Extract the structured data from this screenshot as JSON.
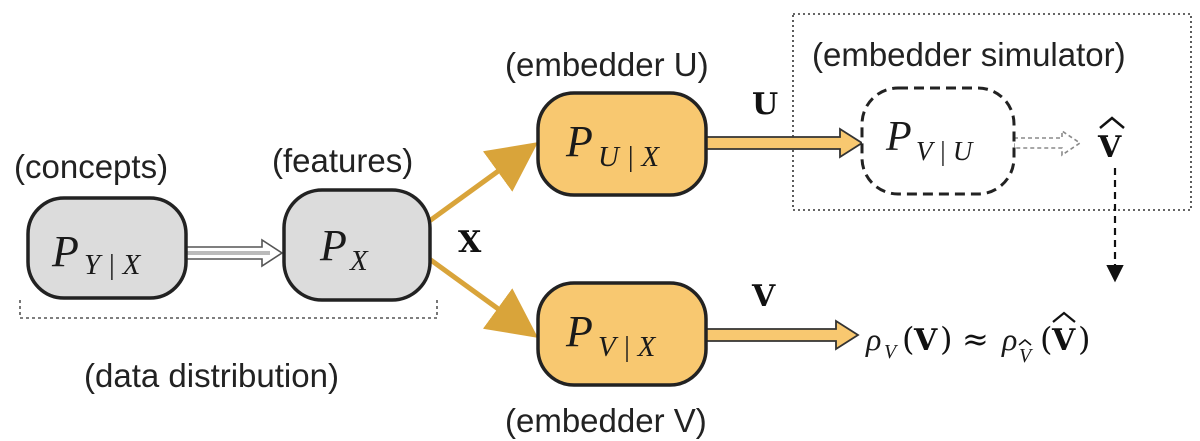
{
  "labels": {
    "concepts": "(concepts)",
    "features": "(features)",
    "embedder_u": "(embedder U)",
    "embedder_v": "(embedder V)",
    "embedder_simulator": "(embedder simulator)",
    "data_distribution": "(data distribution)"
  },
  "nodes": {
    "p_y_given_x": {
      "main": "P",
      "sub": "Y | X"
    },
    "p_x": {
      "main": "P",
      "sub": "X"
    },
    "p_u_given_x": {
      "main": "P",
      "sub": "U | X"
    },
    "p_v_given_x": {
      "main": "P",
      "sub": "V | X"
    },
    "p_v_given_u": {
      "main": "P",
      "sub": "V | U"
    }
  },
  "edge_labels": {
    "x": "X",
    "u": "U",
    "v": "V",
    "v_hat": "V"
  },
  "formula": {
    "rho": "ρ",
    "sub_v": "V",
    "arg_v": "V",
    "approx": "≈",
    "sub_v_hat": "V",
    "arg_v_hat": "V",
    "open_paren": "(",
    "close_paren": ")"
  },
  "colors": {
    "gray_node": "#dcdcdc",
    "orange_node": "#f8c870",
    "orange_arrow": "#d9a43a",
    "outline": "#222222"
  }
}
